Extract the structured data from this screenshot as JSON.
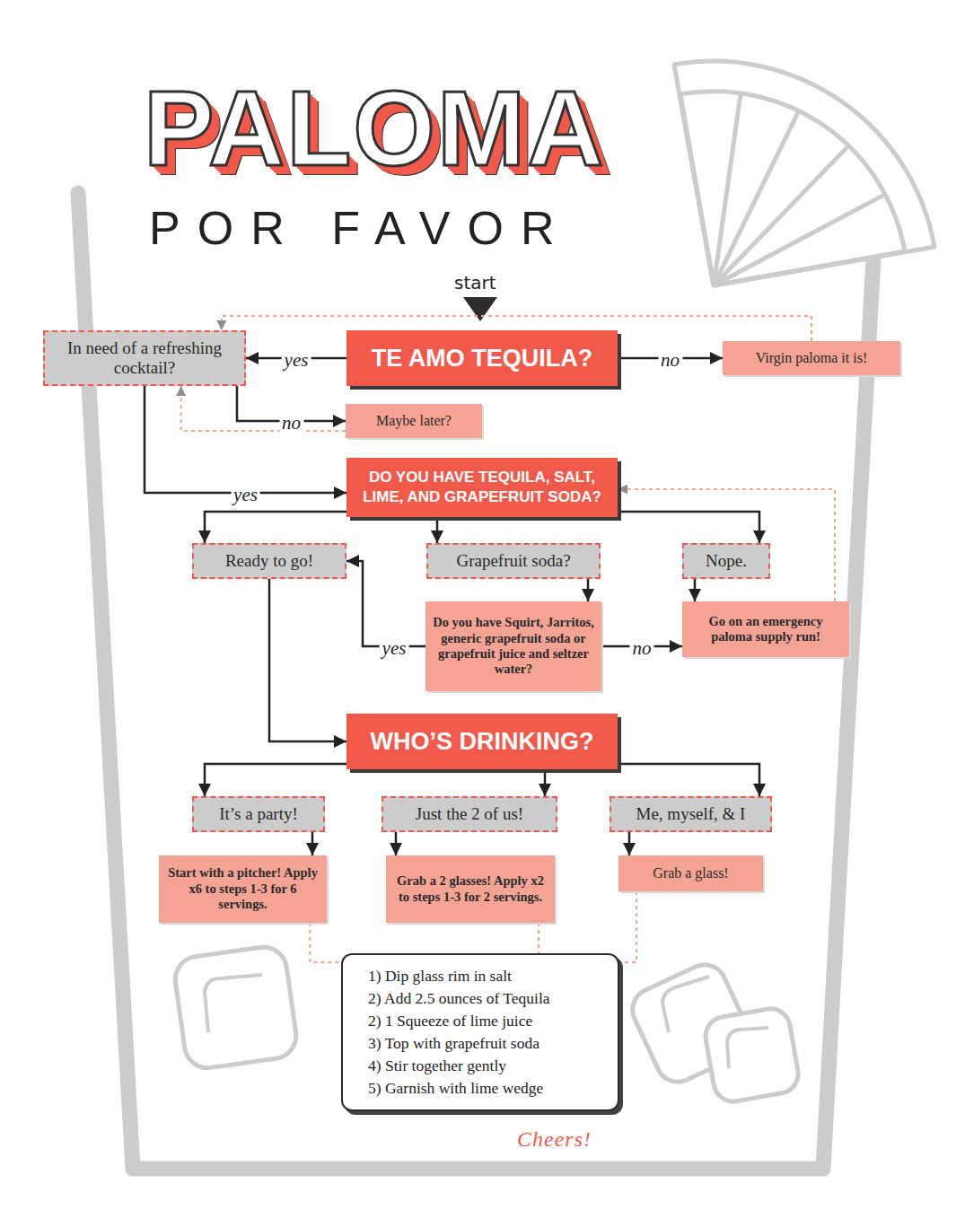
{
  "diagram": {
    "title": "PALOMA",
    "nodes": [
      {
        "text": [
          "TE AMO TEQUILA?"
        ]
      },
      {
        "text": [
          "In need of a refreshing cocktail?"
        ]
      },
      {
        "text": [
          "Virgin paloma it is!"
        ]
      },
      {
        "text": [
          "Maybe later?"
        ]
      },
      {
        "text": [
          "DO YOU HAVE TEQUILA, SALT, LIME, AND GRAPEFRUIT SODA?"
        ]
      },
      {
        "text": [
          "Ready to go!"
        ]
      },
      {
        "text": [
          "Grapefruit soda?"
        ]
      },
      {
        "text": [
          "Nope."
        ]
      },
      {
        "text": [
          "Do you have Squirt, Jarritos, generic grapefruit soda or grapefruit juice and seltzer water?"
        ]
      },
      {
        "text": [
          "Go on an emergency paloma supply run!"
        ]
      },
      {
        "text": [
          "WHO’S DRINKING?"
        ]
      },
      {
        "text": [
          "It’s a party!"
        ]
      },
      {
        "text": [
          "Just the 2 of us!"
        ]
      },
      {
        "text": [
          "Me, myself, & I"
        ]
      },
      {
        "text": [
          "Start with a pitcher! Apply x6 to steps 1-3 for 6 servings."
        ]
      },
      {
        "text": [
          "Grab a 2 glasses! Apply x2 to steps 1-3 for 2 servings."
        ]
      },
      {
        "text": [
          "Grab a glass!"
        ]
      },
      {
        "text": [
          "1) Dip glass rim in salt",
          "2) Add 2.5 ounces of Tequila",
          "2) 1 Squeeze of lime juice",
          "3) Top with grapefruit soda",
          "4) Stir together gently",
          "5) Garnish with lime wedge"
        ]
      }
    ],
    "edges": [
      {
        "from": 0,
        "to": 1,
        "arrow": "to",
        "label": "yes"
      },
      {
        "from": 0,
        "to": 2,
        "arrow": "to",
        "label": "no"
      },
      {
        "from": 1,
        "to": 3,
        "arrow": "to",
        "label": "no"
      },
      {
        "from": 3,
        "to": 1,
        "arrow": "to"
      },
      {
        "from": 2,
        "to": 1,
        "arrow": "to"
      },
      {
        "from": 1,
        "to": 4,
        "arrow": "to",
        "label": "yes"
      },
      {
        "from": 4,
        "to": 5,
        "arrow": "to"
      },
      {
        "from": 4,
        "to": 6,
        "arrow": "to"
      },
      {
        "from": 4,
        "to": 7,
        "arrow": "to"
      },
      {
        "from": 6,
        "to": 8,
        "arrow": "to"
      },
      {
        "from": 8,
        "to": 5,
        "arrow": "to",
        "label": "yes"
      },
      {
        "from": 8,
        "to": 9,
        "arrow": "to",
        "label": "no"
      },
      {
        "from": 7,
        "to": 9,
        "arrow": "to"
      },
      {
        "from": 9,
        "to": 4,
        "arrow": "to"
      },
      {
        "from": 5,
        "to": 10,
        "arrow": "to"
      },
      {
        "from": 10,
        "to": 11,
        "arrow": "to"
      },
      {
        "from": 10,
        "to": 12,
        "arrow": "to"
      },
      {
        "from": 10,
        "to": 13,
        "arrow": "to"
      },
      {
        "from": 11,
        "to": 14,
        "arrow": "to"
      },
      {
        "from": 12,
        "to": 15,
        "arrow": "to"
      },
      {
        "from": 13,
        "to": 16,
        "arrow": "to"
      },
      {
        "from": 14,
        "to": 17,
        "arrow": "none"
      },
      {
        "from": 15,
        "to": 17,
        "arrow": "none"
      },
      {
        "from": 16,
        "to": 17,
        "arrow": "none"
      }
    ],
    "labels": [
      "POR FAVOR",
      "start",
      "Cheers!"
    ]
  }
}
